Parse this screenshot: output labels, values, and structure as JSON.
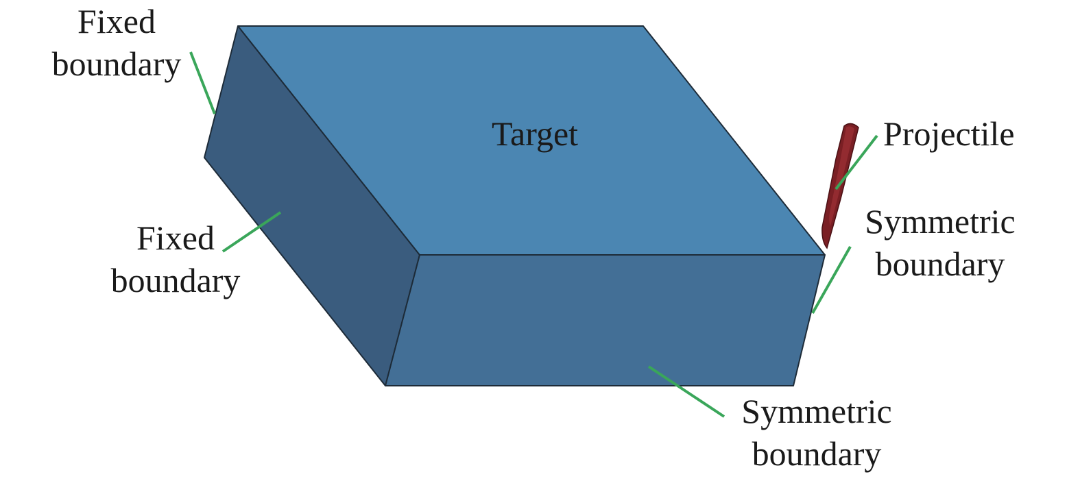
{
  "labels": {
    "target": "Target",
    "projectile": "Projectile",
    "fixed_boundary_top": [
      "Fixed",
      "boundary"
    ],
    "fixed_boundary_side": [
      "Fixed",
      "boundary"
    ],
    "symmetric_boundary_right": [
      "Symmetric",
      "boundary"
    ],
    "symmetric_boundary_bottom": [
      "Symmetric",
      "boundary"
    ]
  },
  "colors": {
    "top_face": "#4b86b2",
    "left_face": "#3a5c7e",
    "front_face": "#436f96",
    "edge": "#1d2b38",
    "leader_line": "#3aa65a",
    "projectile": "#7a1f24",
    "projectile_highlight": "#a8353b"
  }
}
